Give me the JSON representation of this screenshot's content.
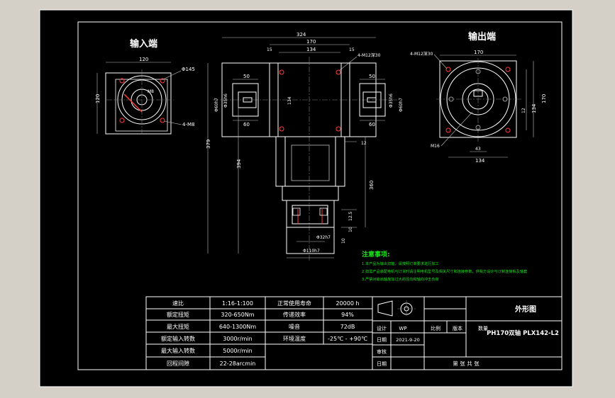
{
  "views": {
    "input_label": "输入端",
    "output_label": "输出端"
  },
  "dims": {
    "in_120": "120",
    "in_120v": "120",
    "in_m8": "M8",
    "in_phi45": "Φ145",
    "in_4m8": "4-M8",
    "top_324": "324",
    "top_170": "170",
    "top_134": "134",
    "top_15a": "15",
    "top_15b": "15",
    "top_4m12": "4-M12深30",
    "left_50a": "50",
    "left_50b": "60",
    "left_phi60": "Φ60h7",
    "left_phi35": "Φ35h6",
    "left_134": "134",
    "right_50a": "50",
    "right_60": "60",
    "right_phi35": "Φ35h6",
    "right_phi60": "Φ60h7",
    "v_379": "379",
    "v_394": "394",
    "v_12": "12",
    "v_360": "360",
    "v_12_5": "12.5",
    "v_10": "10",
    "v_10b": "10",
    "b_phi32": "Φ32h7",
    "b_phi110": "Φ110h7",
    "out_4m12": "4-M12深30",
    "out_170": "170",
    "out_12": "12",
    "out_134v": "134",
    "out_170v": "170",
    "out_m16": "M16",
    "out_43": "43",
    "out_134": "134"
  },
  "notes": {
    "title": "注意事项:",
    "lines": [
      "1.本产品为输出双轴，请按照订单要求进行加工",
      "2.如需产品装配电机与订货时请注明电机型号及相关尺寸和连接参数，供我方设计与订制连接板及轴套",
      "3.严禁对输出轴施加过大的径向和轴向冲击负荷"
    ]
  },
  "spec_table": {
    "rows": [
      [
        "速比",
        "1:16-1:100",
        "正常使用寿命",
        "20000 h"
      ],
      [
        "额定扭矩",
        "320-650Nm",
        "传递效率",
        "94%"
      ],
      [
        "最大扭矩",
        "640-1300Nm",
        "噪音",
        "72dB"
      ],
      [
        "额定输入转数",
        "3000r/min",
        "环境温度",
        "-25℃ - +90℃"
      ],
      [
        "最大输入转数",
        "5000r/min",
        "",
        ""
      ],
      [
        "回程间隙",
        "22-28arcmin",
        "",
        ""
      ]
    ]
  },
  "title_block": {
    "drawing_name": "外形图",
    "part_name": "PH170双轴 PLX142-L2",
    "design_label": "设计",
    "designer": "WP",
    "scale_label": "比例",
    "version_label": "版本",
    "qty_label": "数量",
    "date_label": "日期",
    "date_value": "2021-9-20",
    "review_label": "审核",
    "date2_label": "日期",
    "sheet_text": "第  张  共  张"
  },
  "colors": {
    "background": "#d4d0c8",
    "sheet": "#000000",
    "lines": "#ffffff",
    "notes": "#19e619",
    "highlight": "#ff3b3b"
  }
}
